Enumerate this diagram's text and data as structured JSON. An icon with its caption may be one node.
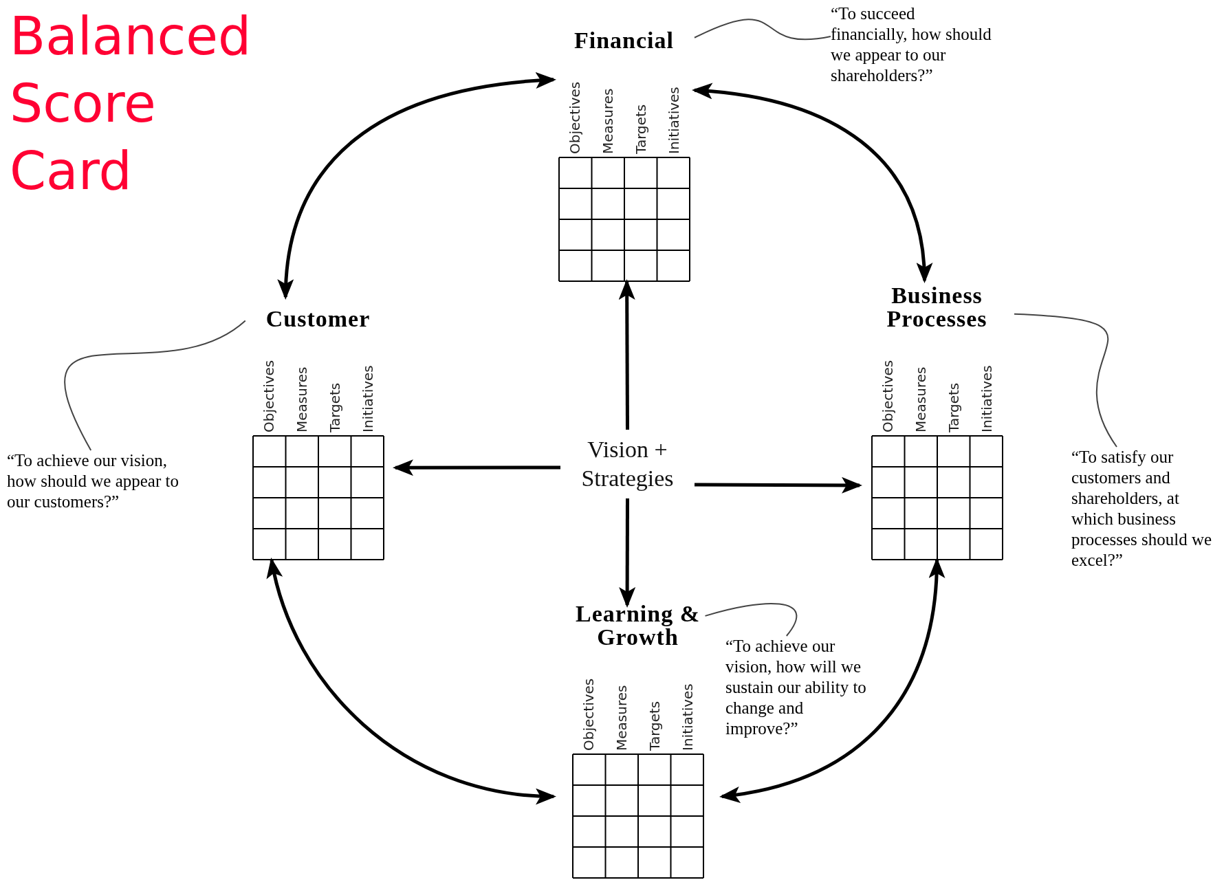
{
  "diagram": {
    "title": "Balanced Score Card",
    "nodes": [
      {
        "text": [
          "Financial",
          "Objectives",
          "Measures",
          "Targets",
          "Initiatives"
        ]
      },
      {
        "text": [
          "“To succeed financially, how should we appear to our shareholders?”"
        ]
      },
      {
        "text": [
          "Customer",
          "Objectives",
          "Measures",
          "Targets",
          "Initiatives"
        ]
      },
      {
        "text": [
          "“To achieve our vision, how should we appear to our customers?”"
        ]
      },
      {
        "text": [
          "Vision + Strategies"
        ]
      },
      {
        "text": [
          "Business Processes",
          "Objectives",
          "Measures",
          "Targets",
          "Initiatives"
        ]
      },
      {
        "text": [
          "“To satisfy our customers and shareholders, at which business processes should we excel?”"
        ]
      },
      {
        "text": [
          "Learning & Growth",
          "Objectives",
          "Measures",
          "Targets",
          "Initiatives"
        ]
      },
      {
        "text": [
          "“To achieve our vision, how will we sustain our ability to change and improve?”"
        ]
      }
    ],
    "edges": [
      {
        "from": 1,
        "to": 0,
        "arrow": "none",
        "color": "#444444"
      },
      {
        "from": 3,
        "to": 2,
        "arrow": "none",
        "color": "#444444"
      },
      {
        "from": 6,
        "to": 5,
        "arrow": "none",
        "color": "#444444"
      },
      {
        "from": 8,
        "to": 7,
        "arrow": "none",
        "color": "#444444"
      },
      {
        "from": 4,
        "to": 0,
        "arrow": "to"
      },
      {
        "from": 4,
        "to": 2,
        "arrow": "to"
      },
      {
        "from": 4,
        "to": 5,
        "arrow": "to"
      },
      {
        "from": 4,
        "to": 7,
        "arrow": "to"
      },
      {
        "from": 2,
        "to": 0,
        "arrow": "both"
      },
      {
        "from": 0,
        "to": 5,
        "arrow": "both"
      },
      {
        "from": 2,
        "to": 7,
        "arrow": "both"
      },
      {
        "from": 7,
        "to": 5,
        "arrow": "both"
      }
    ]
  }
}
